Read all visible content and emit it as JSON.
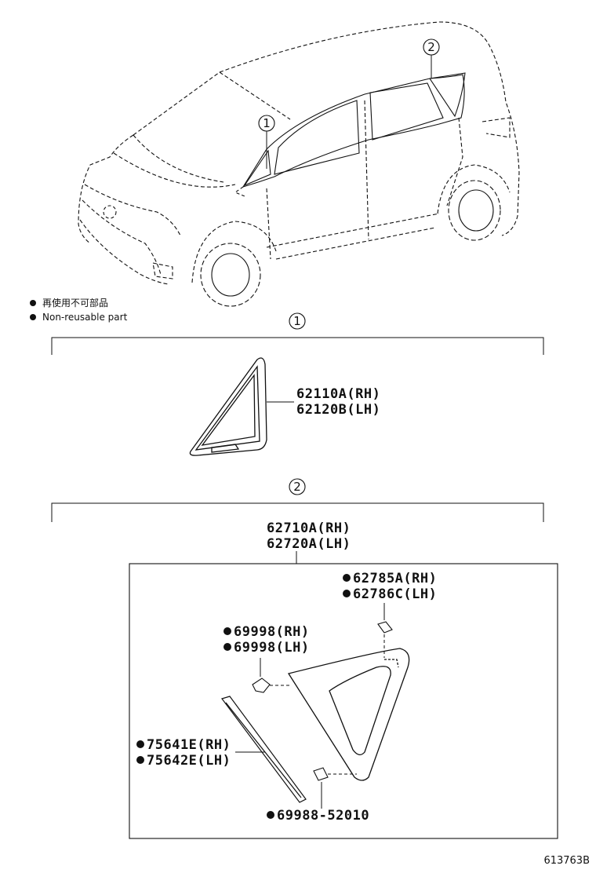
{
  "notes": {
    "legend_jp": "再使用不可部品",
    "legend_en": "Non-reusable part"
  },
  "callouts": {
    "one": "1",
    "two": "2"
  },
  "section1": {
    "num": "1",
    "part_rh": "62110A(RH)",
    "part_lh": "62120B(LH)"
  },
  "section2": {
    "num": "2",
    "assy_rh": "62710A(RH)",
    "assy_lh": "62720A(LH)",
    "clip_rh": "62785A(RH)",
    "clip_lh": "62786C(LH)",
    "clip2_rh": "69998(RH)",
    "clip2_lh": "69998(LH)",
    "seal_rh": "75641E(RH)",
    "seal_lh": "75642E(LH)",
    "clip3": "69988-52010"
  },
  "figure_id": "613763B"
}
